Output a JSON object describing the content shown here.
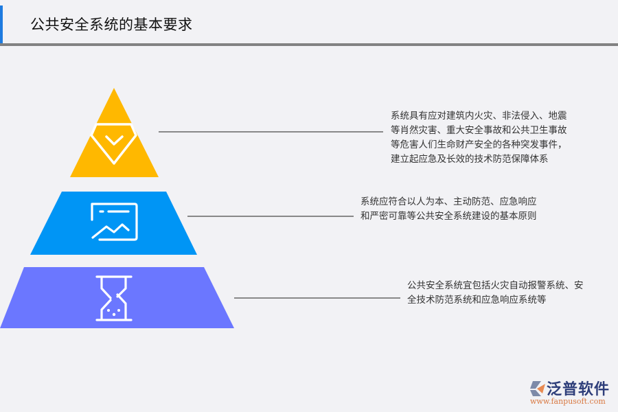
{
  "header": {
    "title": "公共安全系统的基本要求"
  },
  "colors": {
    "accent": "#1e7be0",
    "tier1": "#ffb800",
    "tier2": "#0095f5",
    "tier3": "#6b77ff",
    "connector": "#888888"
  },
  "pyramid": {
    "tiers": [
      {
        "icon": "diamond-check-icon",
        "lines": [
          "系统具有应对建筑内火灾、非法侵入、地震",
          "等肖然灾害、重大安全事故和公共卫生事故",
          "等危害人们生命财产安全的各种突发事件，",
          "建立起应急及长效的技术防范保障体系"
        ]
      },
      {
        "icon": "chart-window-icon",
        "lines": [
          "系统应符合以人为本、主动防范、应急响应",
          "和严密可靠等公共安全系统建设的基本原则"
        ]
      },
      {
        "icon": "hourglass-icon",
        "lines": [
          "公共安全系统宜包括火灾自动报警系统、安",
          "全技术防范系统和应急响应系统等"
        ]
      }
    ]
  },
  "logo": {
    "name": "泛普软件",
    "url": "www.fanpusoft.com"
  }
}
